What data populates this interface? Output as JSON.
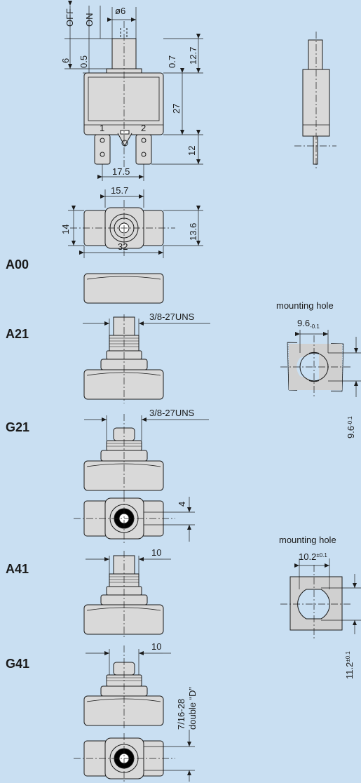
{
  "variants": [
    {
      "code": "A00"
    },
    {
      "code": "A21"
    },
    {
      "code": "G21"
    },
    {
      "code": "A41"
    },
    {
      "code": "G41"
    }
  ],
  "dimensions": {
    "off": "OFF",
    "on": "ON",
    "dia": "ø6",
    "d6": "6",
    "d05": "0.5",
    "d07": "0.7",
    "d127": "12.7",
    "d27": "27",
    "d12": "12",
    "t1": "1",
    "t2": "2",
    "d175": "17.5",
    "d157": "15.7",
    "d14": "14",
    "d136": "13.6",
    "d32": "32",
    "thread_a": "3/8-27UNS",
    "thread_g": "3/8-27UNS",
    "d4": "4",
    "d10a": "10",
    "d10b": "10",
    "thread_dd_1": "7/16-28",
    "thread_dd_2": "double “D”"
  },
  "mounting_holes": [
    {
      "label": "mounting hole",
      "width": "9.6",
      "width_tol": "-0.1",
      "height": "9.6",
      "height_tol": "-0.1"
    },
    {
      "label": "mounting hole",
      "width": "10.2",
      "width_tol": "±0.1",
      "height": "11.2",
      "height_tol": "±0.1"
    }
  ],
  "colors": {
    "background": "#c9dff2",
    "part_fill": "#d9d9d9",
    "hole_fill": "#d0d0d0",
    "line": "#1b1b1b"
  }
}
